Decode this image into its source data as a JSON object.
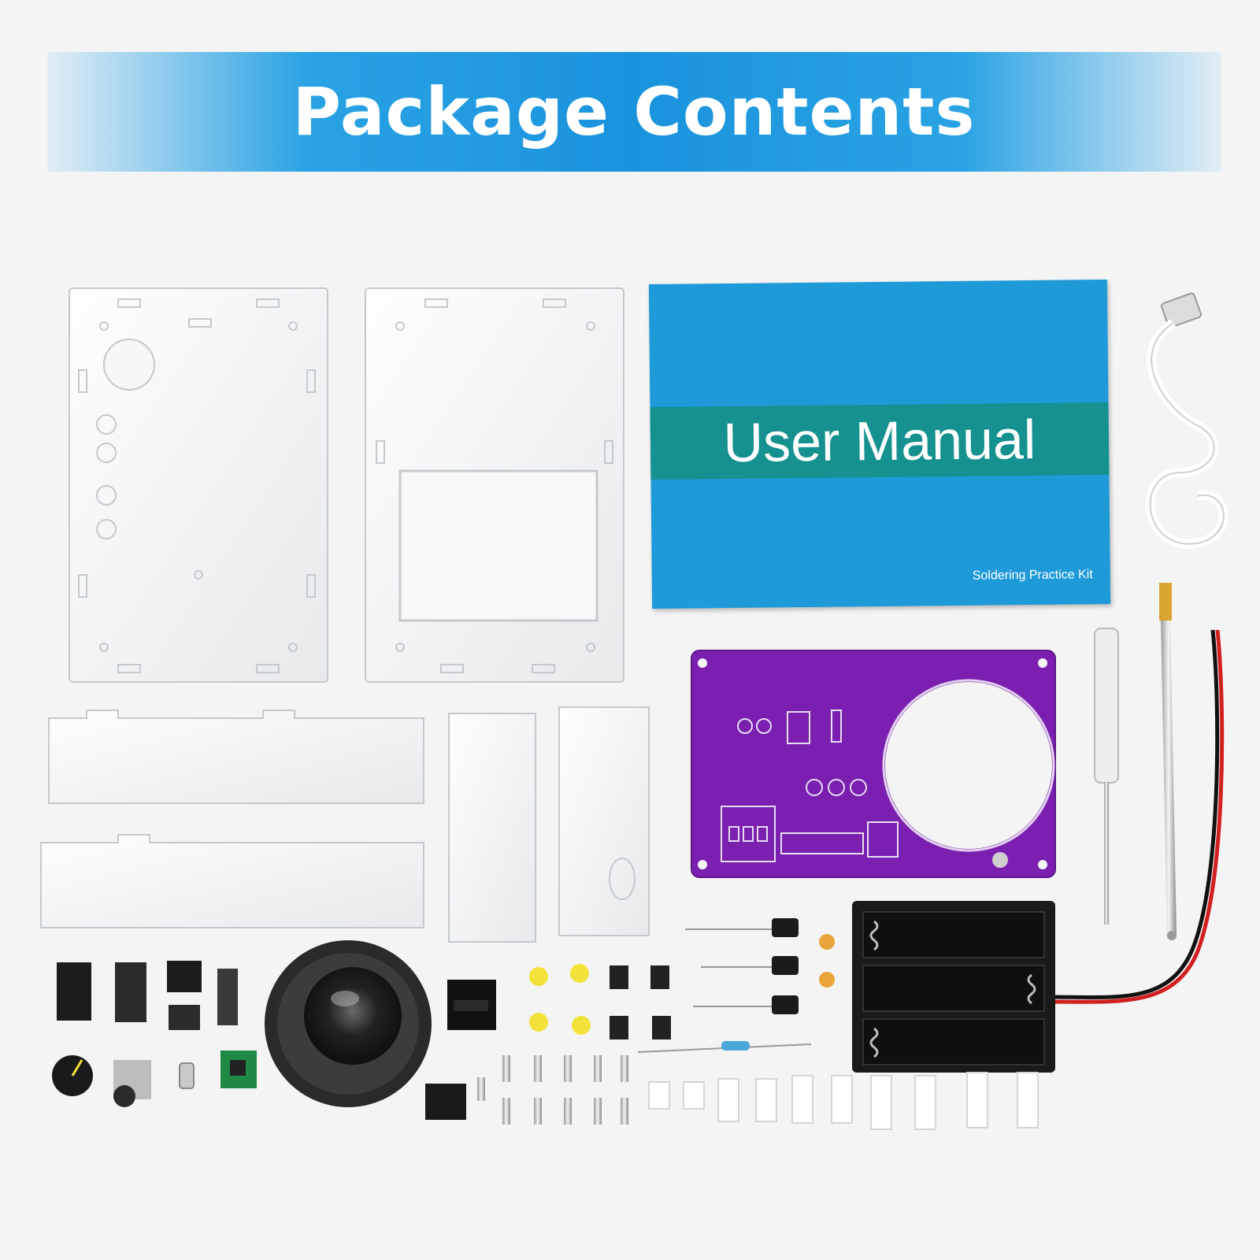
{
  "banner": {
    "title": "Package Contents"
  },
  "manual": {
    "title": "User Manual",
    "subtitle": "Soldering Practice Kit"
  },
  "colors": {
    "banner_blue": "#1a93dd",
    "manual_blue": "#1e9ad8",
    "manual_band": "#15918f",
    "pcb_purple": "#7a1fb0",
    "background": "#f4f4f5"
  }
}
